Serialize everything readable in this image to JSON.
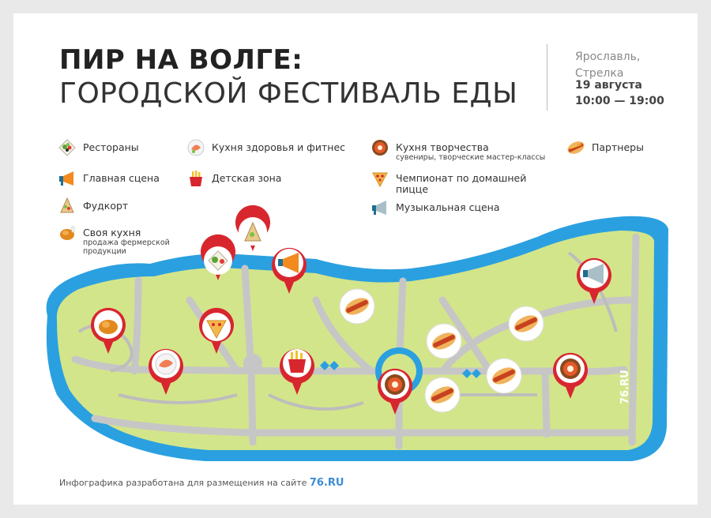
{
  "title": {
    "line1": "ПИР НА ВОЛГЕ:",
    "line2": "ГОРОДСКОЙ ФЕСТИВАЛЬ ЕДЫ"
  },
  "place": {
    "line1": "Ярославль,",
    "line2": "Стрелка"
  },
  "date": {
    "day": "19 августа",
    "time": "10:00 — 19:00"
  },
  "legend": [
    {
      "icon": "salad-icon",
      "label": "Рестораны",
      "sub": ""
    },
    {
      "icon": "megaphone-icon",
      "label": "Главная сцена",
      "sub": ""
    },
    {
      "icon": "shawarma-icon",
      "label": "Фудкорт",
      "sub": ""
    },
    {
      "icon": "chicken-icon",
      "label": "Своя кухня",
      "sub": "продажа фермерской продукции"
    },
    {
      "icon": "salmon-plate-icon",
      "label": "Кухня здоровья и фитнес",
      "sub": ""
    },
    {
      "icon": "fries-icon",
      "label": "Детская зона",
      "sub": ""
    },
    {
      "icon": "donut-icon",
      "label": "Кухня творчества",
      "sub": "сувениры, творческие мастер-классы"
    },
    {
      "icon": "pizza-icon",
      "label": "Чемпионат по домашней пицце",
      "sub": ""
    },
    {
      "icon": "speaker-icon",
      "label": "Музыкальная сцена",
      "sub": ""
    },
    {
      "icon": "hotdog-icon",
      "label": "Партнеры",
      "sub": ""
    }
  ],
  "map_badge": "76.RU",
  "footer": {
    "text": "Инфографика разработана для размещения на сайте ",
    "site": "76.RU"
  },
  "colors": {
    "water": "#2aa0e0",
    "park": "#d6e88a",
    "road": "#c9c9c9",
    "pin": "#d8262f",
    "water_dark": "#1e88c8"
  }
}
